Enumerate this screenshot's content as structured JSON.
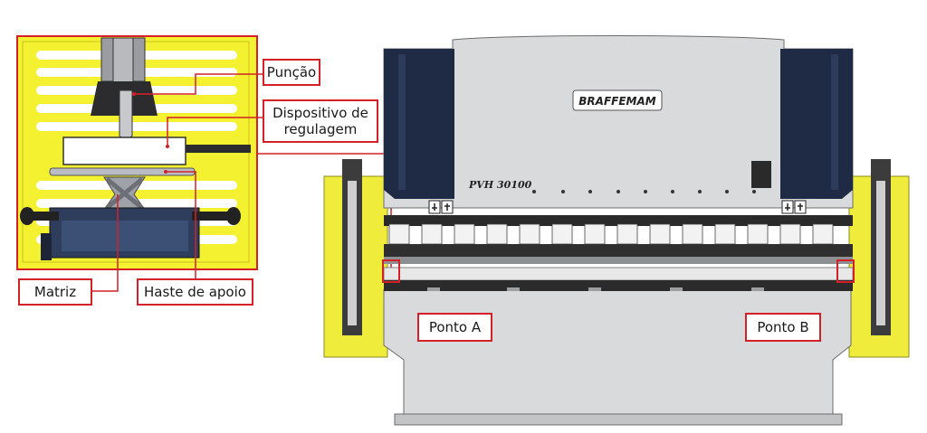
{
  "callouts": {
    "puncao": "Punção",
    "dispositivo_line1": "Dispositivo de",
    "dispositivo_line2": "regulagem",
    "matriz": "Matriz",
    "haste": "Haste de apoio",
    "ponto_a": "Ponto A",
    "ponto_b": "Ponto B"
  },
  "machine": {
    "brand": "BRAFFEMAM",
    "model": "PVH 30100"
  },
  "colors": {
    "callout_border": "#d42027",
    "detail_background": "#f4f130",
    "machine_body": "#d9dadc",
    "side_guard": "#f0ec3c",
    "dark_blue": "#1f2a44"
  },
  "icons": [
    "safety-warning-icon",
    "safety-warning-icon"
  ]
}
